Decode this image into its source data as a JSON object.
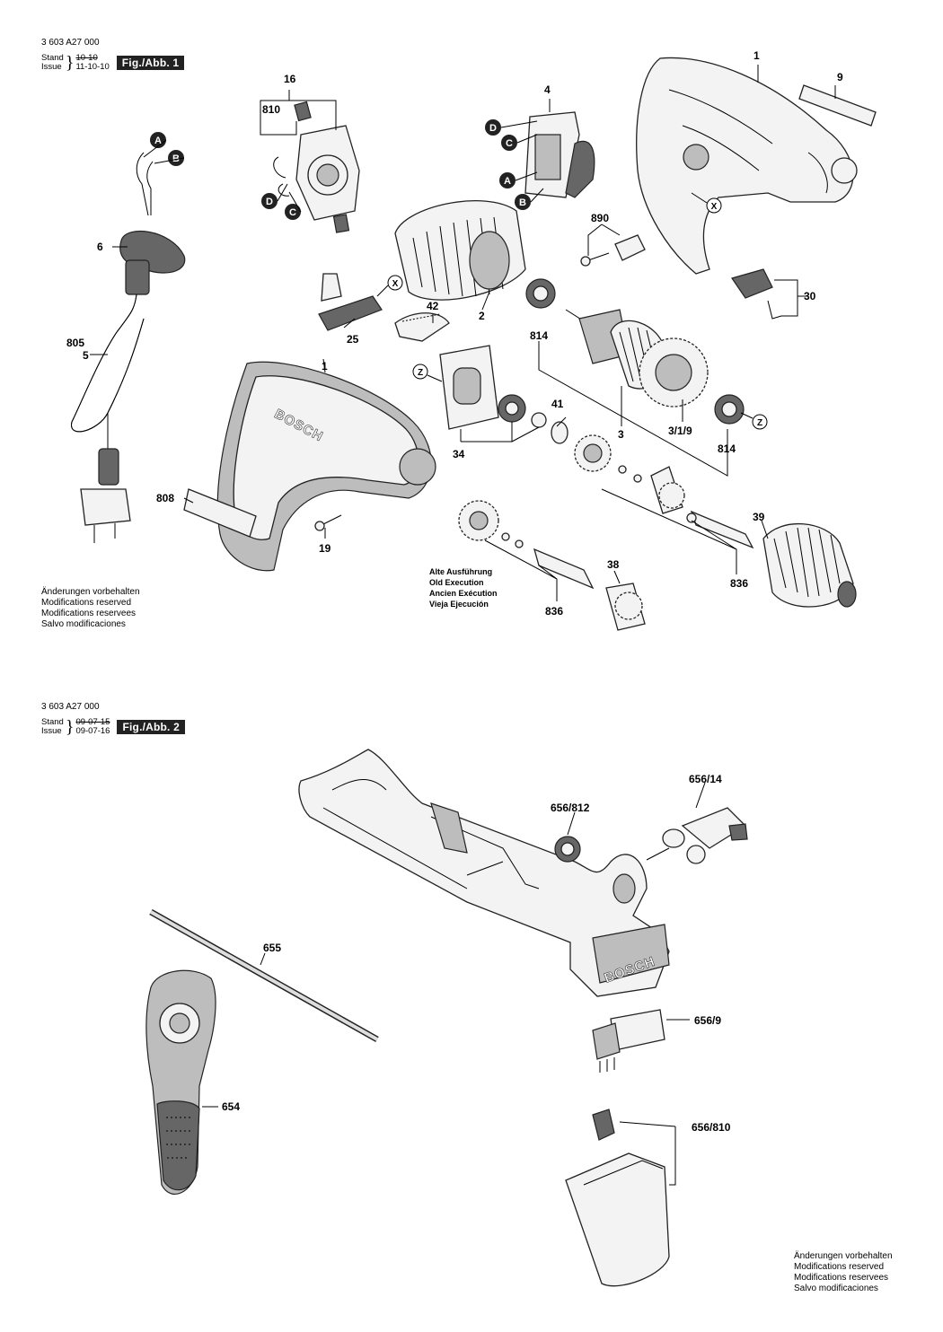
{
  "fig1": {
    "doc_number": "3 603 A27 000",
    "stand_label": "Stand",
    "issue_label": "Issue",
    "stand_value": "10-10",
    "issue_value": "11-10-10",
    "badge": "Fig./Abb. 1",
    "labels": [
      "16",
      "810",
      "4",
      "1",
      "9",
      "6",
      "890",
      "30",
      "42",
      "25",
      "2",
      "814",
      "805",
      "5",
      "1",
      "41",
      "34",
      "3",
      "3/1/9",
      "814",
      "808",
      "19",
      "39",
      "38",
      "836",
      "836"
    ],
    "callouts": [
      "A",
      "B",
      "D",
      "C",
      "D",
      "C",
      "A",
      "B"
    ],
    "rings": [
      "X",
      "X",
      "Z",
      "Z"
    ],
    "old_execution": [
      "Alte Ausführung",
      "Old Execution",
      "Ancien Exécution",
      "Vieja Ejecución"
    ],
    "logo": "BOSCH",
    "notes": [
      "Änderungen vorbehalten",
      "Modifications reserved",
      "Modifications reservees",
      "Salvo modificaciones"
    ]
  },
  "fig2": {
    "doc_number": "3 603 A27 000",
    "stand_label": "Stand",
    "issue_label": "Issue",
    "stand_value": "09-07-15",
    "issue_value": "09-07-16",
    "badge": "Fig./Abb. 2",
    "labels": [
      "656/14",
      "656/812",
      "655",
      "656/9",
      "654",
      "656/810"
    ],
    "logo": "BOSCH",
    "notes": [
      "Änderungen vorbehalten",
      "Modifications reserved",
      "Modifications reservees",
      "Salvo modificaciones"
    ]
  }
}
